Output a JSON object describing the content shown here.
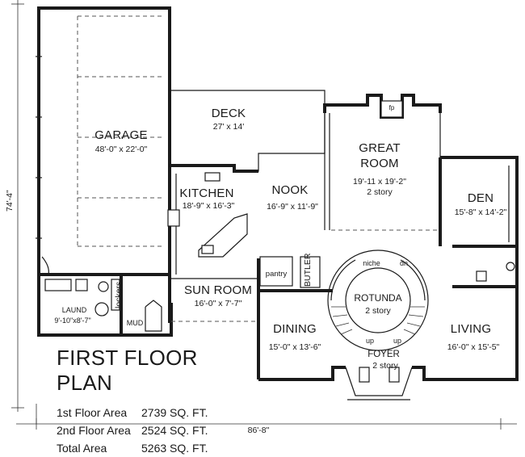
{
  "plan_title": "FIRST FLOOR PLAN",
  "areas": [
    {
      "label": "1st Floor Area",
      "value": "2739 SQ. FT."
    },
    {
      "label": "2nd Floor Area",
      "value": "2524 SQ. FT."
    },
    {
      "label": "Total Area",
      "value": "5263 SQ. FT."
    }
  ],
  "overall_dimensions": {
    "width": "86'-8\"",
    "depth": "74'-4\""
  },
  "rooms": {
    "garage": {
      "name": "GARAGE",
      "size": "48'-0\" x 22'-0\""
    },
    "deck": {
      "name": "DECK",
      "size": "27' x 14'"
    },
    "great_room": {
      "name": "GREAT",
      "name2": "ROOM",
      "size": "19'-11 x 19'-2\"",
      "note": "2 story"
    },
    "den": {
      "name": "DEN",
      "size": "15'-8\" x 14'-2\""
    },
    "kitchen": {
      "name": "KITCHEN",
      "size": "18'-9\" x 16'-3\""
    },
    "nook": {
      "name": "NOOK",
      "size": "16'-9\" x 11'-9\""
    },
    "sun_room": {
      "name": "SUN ROOM",
      "size": "16'-0\" x 7'-7\""
    },
    "rotunda": {
      "name": "ROTUNDA",
      "note": "2 story"
    },
    "dining": {
      "name": "DINING",
      "size": "15'-0\" x 13'-6\""
    },
    "living": {
      "name": "LIVING",
      "size": "16'-0\" x 15'-5\""
    },
    "foyer": {
      "name": "FOYER",
      "note": "2 story"
    },
    "laundry": {
      "name": "LAUND",
      "size": "9'-10\"x8'-7\""
    }
  },
  "labels": {
    "pantry": "pantry",
    "butler": "BUTLER",
    "lockers": "lockers",
    "mud": "MUD",
    "niche": "niche",
    "dn": "dn",
    "up_left": "up",
    "up_right": "up",
    "fp": "fp"
  }
}
